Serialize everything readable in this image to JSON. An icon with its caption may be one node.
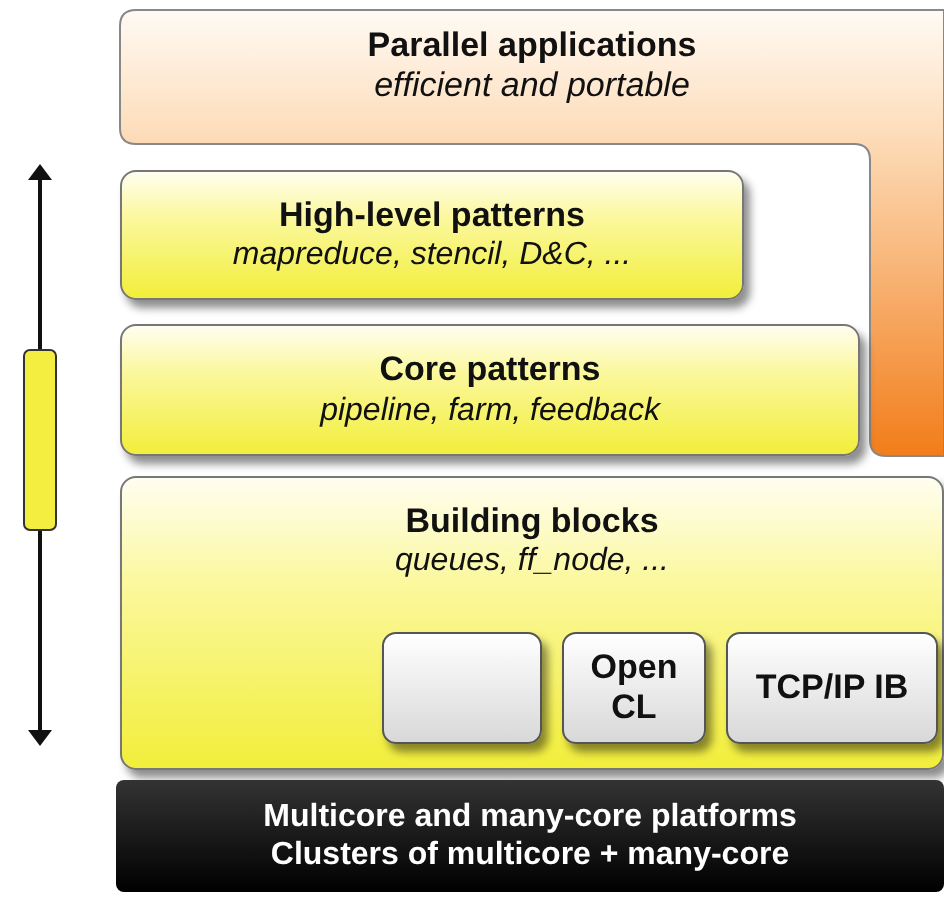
{
  "diagram": {
    "nodes": [
      {
        "text": [
          "Parallel applications",
          "efficient and portable"
        ]
      },
      {
        "text": [
          "High-level patterns",
          "mapreduce, stencil, D&C, ..."
        ]
      },
      {
        "text": [
          "Core patterns",
          "pipeline, farm, feedback"
        ]
      },
      {
        "text": [
          "Building blocks",
          "queues, ff_node, ..."
        ]
      },
      {
        "text": [],
        "shape": "box",
        "in": 3
      },
      {
        "text": [
          "Open CL"
        ],
        "in": 3
      },
      {
        "text": [
          "TCP/IP IB"
        ],
        "in": 3
      },
      {
        "text": [
          "Multicore and many-core platforms",
          "Clusters of multicore + many-core"
        ]
      }
    ]
  }
}
